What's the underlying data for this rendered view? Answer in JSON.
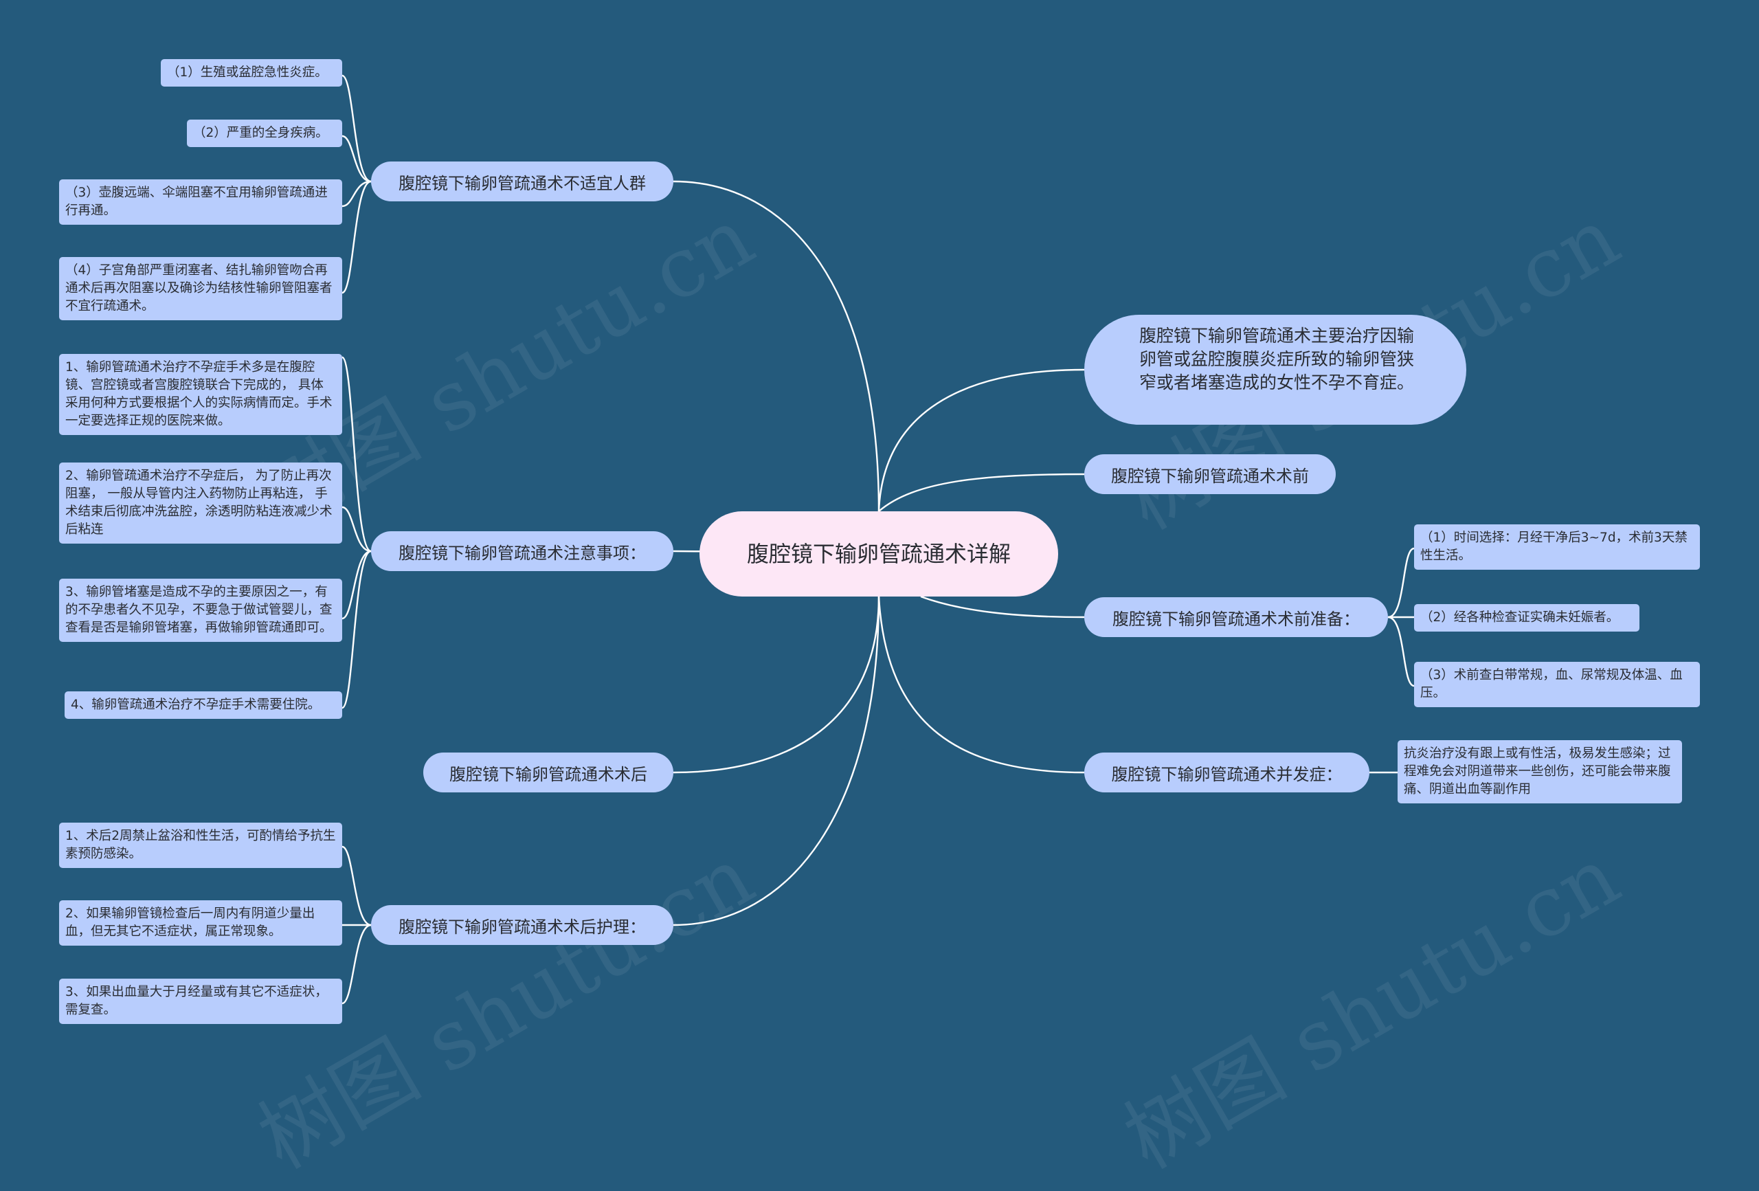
{
  "watermark": "树图 shutu.cn",
  "root": "腹腔镜下输卵管疏通术详解",
  "left": [
    {
      "label": "腹腔镜下输卵管疏通术不适宜人群",
      "children": [
        "（1）生殖或盆腔急性炎症。",
        "（2）严重的全身疾病。",
        "（3）壶腹远端、伞端阻塞不宜用输卵管疏通进行再通。",
        "（4）子宫角部严重闭塞者、结扎输卵管吻合再通术后再次阻塞以及确诊为结核性输卵管阻塞者不宜行疏通术。"
      ]
    },
    {
      "label": "腹腔镜下输卵管疏通术注意事项：",
      "children": [
        "1、输卵管疏通术治疗不孕症手术多是在腹腔镜、宫腔镜或者宫腹腔镜联合下完成的， 具体采用何种方式要根据个人的实际病情而定。手术一定要选择正规的医院来做。",
        "2、输卵管疏通术治疗不孕症后， 为了防止再次阻塞， 一般从导管内注入药物防止再粘连， 手术结束后彻底冲洗盆腔，涂透明防粘连液减少术后粘连",
        "3、输卵管堵塞是造成不孕的主要原因之一，有的不孕患者久不见孕，不要急于做试管婴儿，查查看是否是输卵管堵塞，再做输卵管疏通即可。",
        "4、输卵管疏通术治疗不孕症手术需要住院。"
      ]
    },
    {
      "label": "腹腔镜下输卵管疏通术术后",
      "children": []
    },
    {
      "label": "腹腔镜下输卵管疏通术术后护理：",
      "children": [
        "1、术后2周禁止盆浴和性生活，可酌情给予抗生素预防感染。",
        "2、如果输卵管镜检查后一周内有阴道少量出血，但无其它不适症状，属正常现象。",
        "3、如果出血量大于月经量或有其它不适症状，需复查。"
      ]
    }
  ],
  "right": [
    {
      "label": "腹腔镜下输卵管疏通术主要治疗因输卵管或盆腔腹膜炎症所致的输卵管狭窄或者堵塞造成的女性不孕不育症。",
      "children": []
    },
    {
      "label": "腹腔镜下输卵管疏通术术前",
      "children": []
    },
    {
      "label": "腹腔镜下输卵管疏通术术前准备：",
      "children": [
        "（1）时间选择：月经干净后3~7d，术前3天禁性生活。",
        "（2）经各种检查证实确未妊娠者。",
        "（3）术前查白带常规，血、尿常规及体温、血压。"
      ]
    },
    {
      "label": "腹腔镜下输卵管疏通术并发症：",
      "children": [
        "抗炎治疗没有跟上或有性活，极易发生感染；过程难免会对阴道带来一些创伤，还可能会带来腹痛、阴道出血等副作用"
      ]
    }
  ]
}
